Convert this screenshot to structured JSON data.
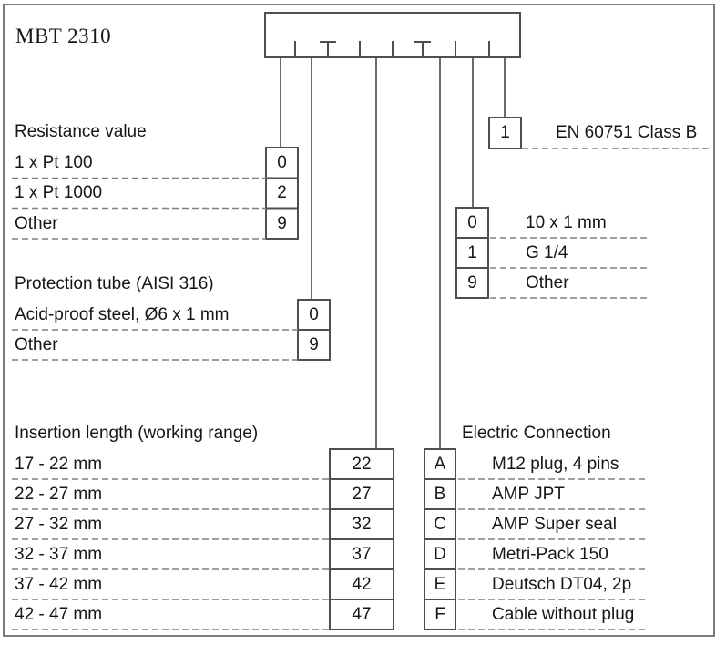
{
  "title": "MBT 2310",
  "sections": {
    "resistance": {
      "header": "Resistance value",
      "rows": [
        {
          "label": "1 x Pt 100",
          "code": "0"
        },
        {
          "label": "1 x Pt 1000",
          "code": "2"
        },
        {
          "label": "Other",
          "code": "9"
        }
      ]
    },
    "protection_tube": {
      "header": "Protection tube (AISI 316)",
      "rows": [
        {
          "label": "Acid-proof steel, Ø6 x 1 mm",
          "code": "0"
        },
        {
          "label": "Other",
          "code": "9"
        }
      ]
    },
    "insertion_length": {
      "header": "Insertion length (working range)",
      "rows": [
        {
          "label": "17 - 22 mm",
          "code": "22"
        },
        {
          "label": "22 - 27 mm",
          "code": "27"
        },
        {
          "label": "27 - 32 mm",
          "code": "32"
        },
        {
          "label": "32 - 37 mm",
          "code": "37"
        },
        {
          "label": "37 - 42 mm",
          "code": "42"
        },
        {
          "label": "42 - 47 mm",
          "code": "47"
        }
      ]
    },
    "sensor_class": {
      "rows": [
        {
          "code": "1",
          "label": "EN 60751 Class B"
        }
      ]
    },
    "process_connection": {
      "rows": [
        {
          "code": "0",
          "label": "10 x 1 mm"
        },
        {
          "code": "1",
          "label": "G 1/4"
        },
        {
          "code": "9",
          "label": "Other"
        }
      ]
    },
    "electric_connection": {
      "header": "Electric Connection",
      "rows": [
        {
          "code": "A",
          "label": "M12 plug, 4 pins"
        },
        {
          "code": "B",
          "label": "AMP JPT"
        },
        {
          "code": "C",
          "label": "AMP Super seal"
        },
        {
          "code": "D",
          "label": "Metri-Pack 150"
        },
        {
          "code": "E",
          "label": "Deutsch DT04, 2p"
        },
        {
          "code": "F",
          "label": "Cable without plug"
        }
      ]
    }
  }
}
